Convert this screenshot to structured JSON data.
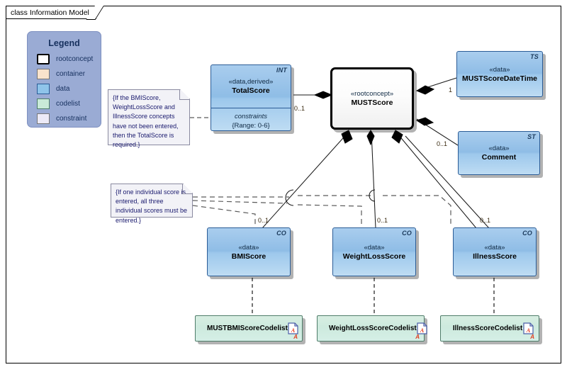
{
  "diagram": {
    "frame_label": "class Information Model"
  },
  "legend": {
    "title": "Legend",
    "items": [
      {
        "key": "rootconcept",
        "label": "rootconcept",
        "color": "#ffffff"
      },
      {
        "key": "container",
        "label": "container",
        "color": "#fae3cc"
      },
      {
        "key": "data",
        "label": "data",
        "color": "#8fc4ea"
      },
      {
        "key": "codelist",
        "label": "codelist",
        "color": "#c9ead8"
      },
      {
        "key": "constraint",
        "label": "constraint",
        "color": "#eceaf7"
      }
    ]
  },
  "classes": {
    "total_score": {
      "corner": "INT",
      "stereotype": "«data,derived»",
      "name": "TotalScore",
      "compartment_title": "constraints",
      "compartment_item": "{Range: 0-6}"
    },
    "must_score": {
      "stereotype": "«rootconcept»",
      "name": "MUSTScore"
    },
    "must_score_datetime": {
      "corner": "TS",
      "stereotype": "«data»",
      "name": "MUSTScoreDateTime"
    },
    "comment": {
      "corner": "ST",
      "stereotype": "«data»",
      "name": "Comment"
    },
    "bmi_score": {
      "corner": "CO",
      "stereotype": "«data»",
      "name": "BMIScore"
    },
    "weight_loss_score": {
      "corner": "CO",
      "stereotype": "«data»",
      "name": "WeightLossScore"
    },
    "illness_score": {
      "corner": "CO",
      "stereotype": "«data»",
      "name": "IllnessScore"
    }
  },
  "codelists": [
    {
      "name": "MUSTBMIScoreCodelist",
      "marker": "A"
    },
    {
      "name": "WeightLossScoreCodelist",
      "marker": "A"
    },
    {
      "name": "IllnessScoreCodelist",
      "marker": "A"
    }
  ],
  "notes": {
    "total_score_note": "{If the BMIScore, WeightLossScore and IllnessScore concepts have not been entered, then the TotalScore is required.}",
    "individual_score_note": "{If one individual score is entered, all three individual scores must be entered.}"
  },
  "multiplicities": {
    "total_score": "0..1",
    "must_score_datetime": "1",
    "comment": "0..1",
    "bmi_score": "0..1",
    "weight_loss_score": "0..1",
    "illness_score": "0..1"
  },
  "colors": {
    "data_fill": "#8fc4ea",
    "data_border": "#2b5c96",
    "codelist_fill": "#cdeade",
    "codelist_border": "#4f7d6a",
    "note_fill": "#f2f2f7",
    "note_text": "#1a1a6e",
    "legend_fill": "#9aabd4",
    "root_border": "#000000",
    "marker_red": "#e23b1e"
  }
}
